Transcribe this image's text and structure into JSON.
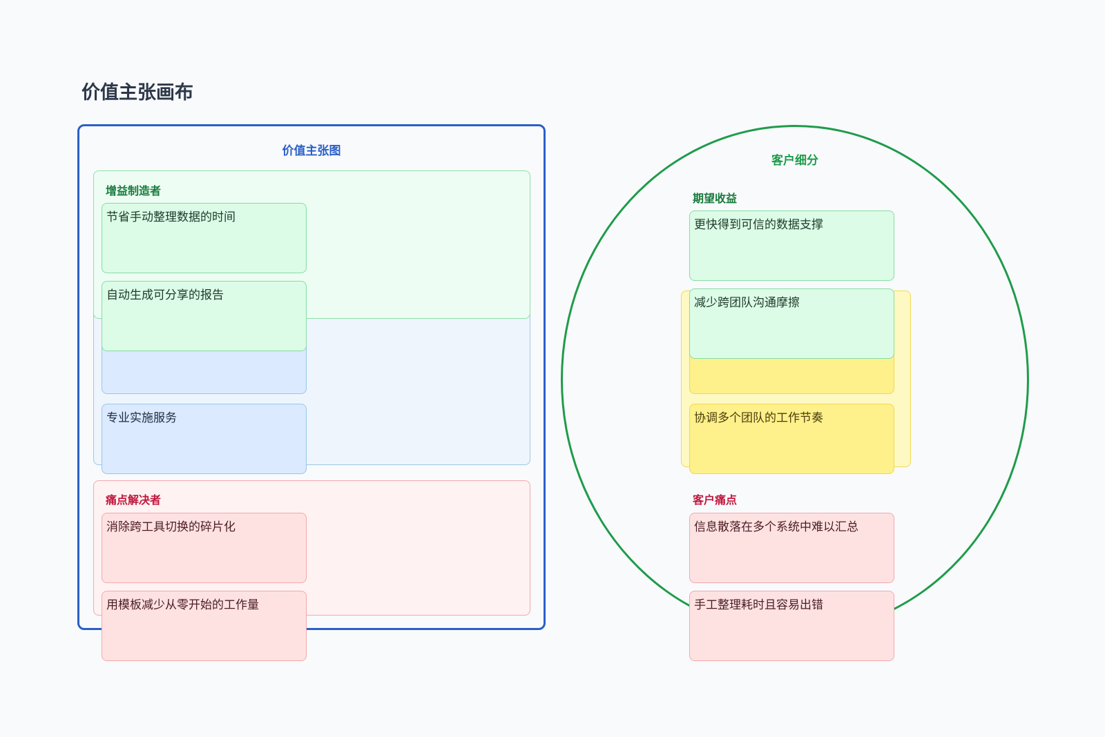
{
  "page_title": "价值主张画布",
  "value_map": {
    "title": "价值主张图",
    "gain_creators": {
      "label": "增益制造者",
      "items": [
        "节省手动整理数据的时间",
        "自动生成可分享的报告"
      ]
    },
    "products_services": {
      "items": [
        "",
        "专业实施服务"
      ]
    },
    "pain_relievers": {
      "label": "痛点解决者",
      "items": [
        "消除跨工具切换的碎片化",
        "用模板减少从零开始的工作量"
      ]
    }
  },
  "customer_profile": {
    "title": "客户细分",
    "gains": {
      "label": "期望收益",
      "items": [
        "更快得到可信的数据支撑",
        "减少跨团队沟通摩擦"
      ]
    },
    "jobs": {
      "items": [
        "",
        "协调多个团队的工作节奏"
      ]
    },
    "pains": {
      "label": "客户痛点",
      "items": [
        "信息散落在多个系统中难以汇总",
        "手工整理耗时且容易出错"
      ]
    }
  },
  "colors": {
    "value_map_border": "#2b5fc7",
    "profile_border": "#1f9b4a",
    "gain": "#dcfce7",
    "product": "#dbeafe",
    "pain": "#fee2e2",
    "job": "#fef08a"
  }
}
